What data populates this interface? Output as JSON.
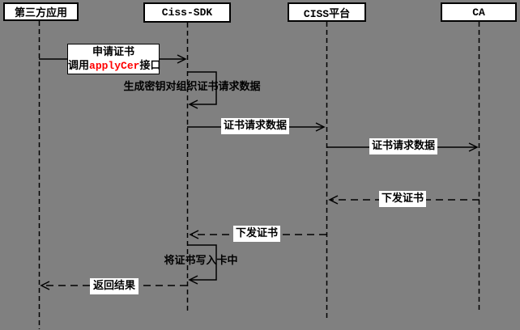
{
  "diagram": {
    "title": "certificate-apply-sequence",
    "colors": {
      "background": "#808080",
      "label_background": "#ffffff",
      "line": "#000000",
      "code_highlight_red": "#ff0000"
    },
    "actors": [
      {
        "label": "第三方应用"
      },
      {
        "label": "Ciss-SDK"
      },
      {
        "label": "CISS平台"
      },
      {
        "label": "CA"
      }
    ],
    "messages": {
      "apply_cert": {
        "line1": "申请证书",
        "line2_prefix": "调用",
        "line2_code": "applyCer",
        "line2_suffix": "接口"
      },
      "gen_keypair": "生成密钥对组织证书请求数据",
      "cert_request_sdk_to_platform": "证书请求数据",
      "cert_request_platform_to_ca": "证书请求数据",
      "issue_cert_ca_to_platform": "下发证书",
      "issue_cert_platform_to_sdk": "下发证书",
      "write_cert_to_card": "将证书写入卡中",
      "return_result": "返回结果"
    }
  }
}
